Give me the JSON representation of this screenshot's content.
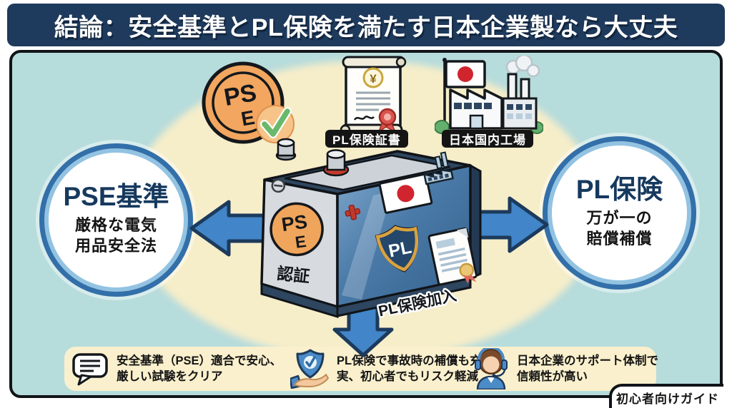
{
  "title": "結論：安全基準とPL保険を満たす日本企業製なら大丈夫",
  "colors": {
    "banner_navy": "#1e3a5c",
    "panel_blue": "#b7dcdc",
    "ellipse_cream": "#f6edc9",
    "bar_cream": "#faf0cd",
    "arrow_blue": "#4285c8",
    "pse_orange": "#f2a65f",
    "shield_navy": "#24476b",
    "shield_gold": "#d9a13f"
  },
  "top_icons": {
    "pse_coin": {
      "letters_top": "PS",
      "letters_bottom": "E"
    },
    "certificate": {
      "label": "PL保険証書",
      "yen": "¥"
    },
    "factory": {
      "label": "日本国内工場"
    }
  },
  "left_circle": {
    "title": "PSE基準",
    "line1": "厳格な電気",
    "line2": "用品安全法"
  },
  "right_circle": {
    "title": "PL保険",
    "line1": "万が一の",
    "line2": "賠償補償"
  },
  "battery": {
    "pse_top": "PS",
    "pse_bottom": "E",
    "cert_label": "認証",
    "shield_label": "PL",
    "insurance_label": "PL保険加入"
  },
  "bottom_items": [
    {
      "icon": "speech-bubble-icon",
      "line1": "安全基準（PSE）適合で安心、",
      "line2": "厳しい試験をクリア"
    },
    {
      "icon": "shield-hand-icon",
      "line1": "PL保険で事故時の補償も充",
      "line2": "実、初心者でもリスク軽減"
    },
    {
      "icon": "support-operator-icon",
      "line1": "日本企業のサポート体制で",
      "line2": "信頼性が高い"
    }
  ],
  "footer_tab": "初心者向けガイド"
}
